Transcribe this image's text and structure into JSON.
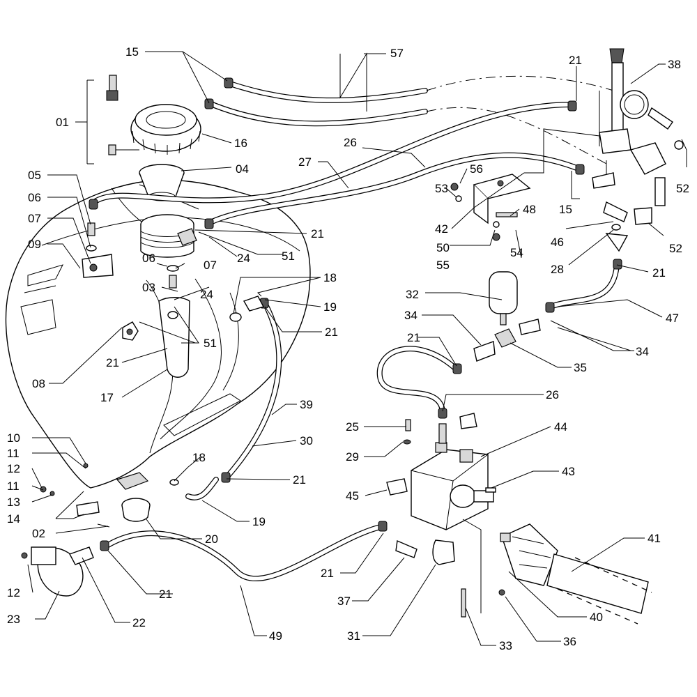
{
  "labels": {
    "l15a": "15",
    "l57": "57",
    "l21a": "21",
    "l38": "38",
    "l01": "01",
    "l16": "16",
    "l26a": "26",
    "l27": "27",
    "l04": "04",
    "l05": "05",
    "l06a": "06",
    "l07a": "07",
    "l09": "09",
    "l56": "56",
    "l53": "53",
    "l42": "42",
    "l48": "48",
    "l15b": "15",
    "l52a": "52",
    "l52b": "52",
    "l46": "46",
    "l21b": "21",
    "l51a": "51",
    "l06b": "06",
    "l07b": "07",
    "l24a": "24",
    "l50": "50",
    "l55": "55",
    "l54": "54",
    "l28": "28",
    "l21c": "21",
    "l03": "03",
    "l24b": "24",
    "l18a": "18",
    "l19a": "19",
    "l21d": "21",
    "l32": "32",
    "l47": "47",
    "l34a": "34",
    "l21e": "21",
    "l51b": "51",
    "l08": "08",
    "l21f": "21",
    "l35": "35",
    "l34b": "34",
    "l17": "17",
    "l26b": "26",
    "l39": "39",
    "l25": "25",
    "l44": "44",
    "l10": "10",
    "l11a": "11",
    "l30": "30",
    "l29": "29",
    "l18b": "18",
    "l43": "43",
    "l12a": "12",
    "l21g": "21",
    "l11b": "11",
    "l45": "45",
    "l13": "13",
    "l14": "14",
    "l19b": "19",
    "l02": "02",
    "l41": "41",
    "l20": "20",
    "l21h": "21",
    "l12b": "12",
    "l21i": "21",
    "l37": "37",
    "l40": "40",
    "l23": "23",
    "l22": "22",
    "l49": "49",
    "l31": "31",
    "l33": "33",
    "l36": "36"
  },
  "palette": {
    "ink": "#000000",
    "paper": "#ffffff",
    "shade": "#d9d9d9",
    "dark": "#555555"
  }
}
